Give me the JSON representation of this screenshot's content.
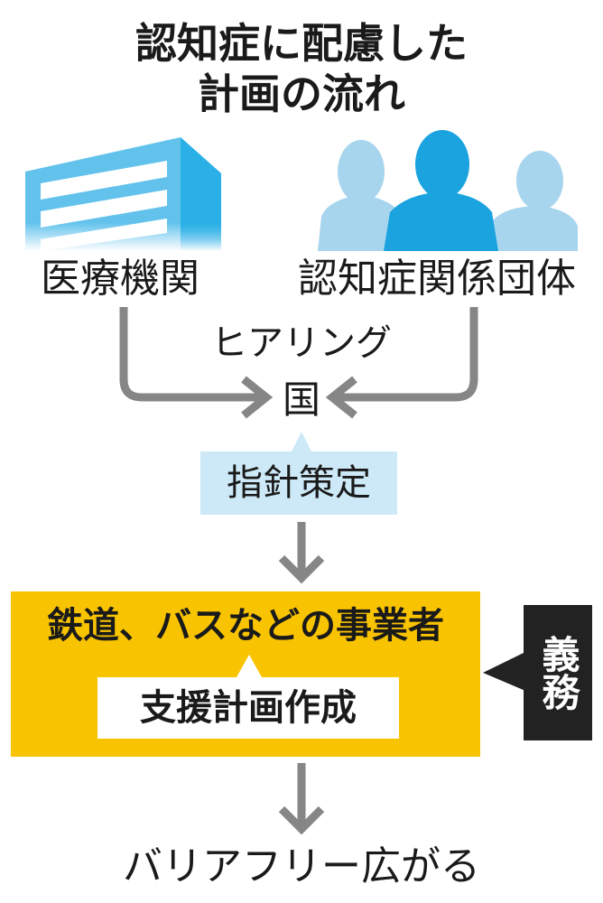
{
  "title": {
    "line1": "認知症に配慮した",
    "line2": "計画の流れ"
  },
  "nodes": {
    "medical": "医療機関",
    "dementia_groups": "認知症関係団体",
    "hearing": "ヒアリング",
    "state": "国",
    "guideline": "指針策定",
    "operators": "鉄道、バスなどの事業者",
    "support_plan": "支援計画作成",
    "obligation": "義務",
    "result": "バリアフリー広がる"
  },
  "colors": {
    "building": "#2ab0e6",
    "person_light": "#a7d5ee",
    "person_dark": "#1aa3df",
    "arrow": "#868686",
    "guideline_bg": "#cde9f7",
    "operators_bg": "#f8c300",
    "obligation_bg": "#222222"
  },
  "icons": [
    "building-icon",
    "people-icon"
  ]
}
